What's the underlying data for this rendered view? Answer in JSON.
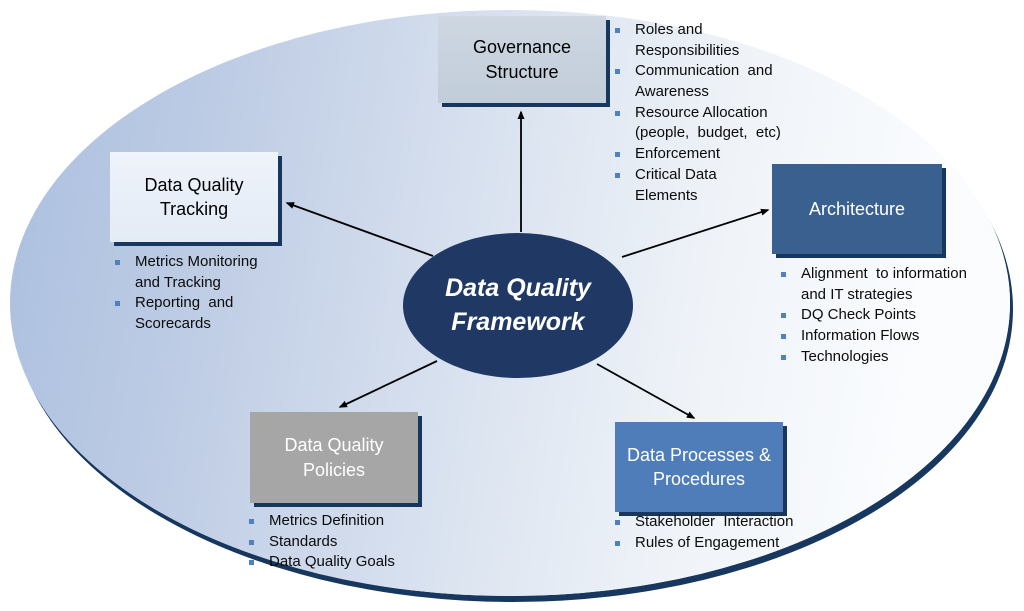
{
  "center": {
    "label": "Data Quality\nFramework"
  },
  "nodes": {
    "governance": {
      "label": "Governance\nStructure",
      "items": [
        "Roles and\nResponsibilities",
        "Communication  and\nAwareness",
        "Resource Allocation\n(people,  budget,  etc)",
        "Enforcement",
        "Critical Data\nElements"
      ]
    },
    "architecture": {
      "label": "Architecture",
      "items": [
        "Alignment  to information\nand IT strategies",
        "DQ Check Points",
        "Information Flows",
        "Technologies"
      ]
    },
    "processes": {
      "label": "Data Processes &\nProcedures",
      "items": [
        "Stakeholder  Interaction",
        "Rules of Engagement"
      ]
    },
    "policies": {
      "label": "Data Quality\nPolicies",
      "items": [
        "Metrics Definition",
        "Standards",
        "Data Quality Goals"
      ]
    },
    "tracking": {
      "label": "Data Quality\nTracking",
      "items": [
        "Metrics Monitoring\nand Tracking",
        "Reporting  and\nScorecards"
      ]
    }
  },
  "colors": {
    "center_fill": "#1F3864",
    "architecture_fill": "#3A6090",
    "processes_fill": "#4E7DBA",
    "policies_fill": "#A6A6A6",
    "governance_fill": "#C8D2DE",
    "tracking_fill": "#E9F0F8",
    "ellipse_gradient_start": "#AABFDF",
    "ellipse_gradient_end": "#FAFCFE",
    "shadow_navy": "#17375E",
    "bullet_blue": "#4F81BD",
    "arrow_black": "#000000"
  }
}
